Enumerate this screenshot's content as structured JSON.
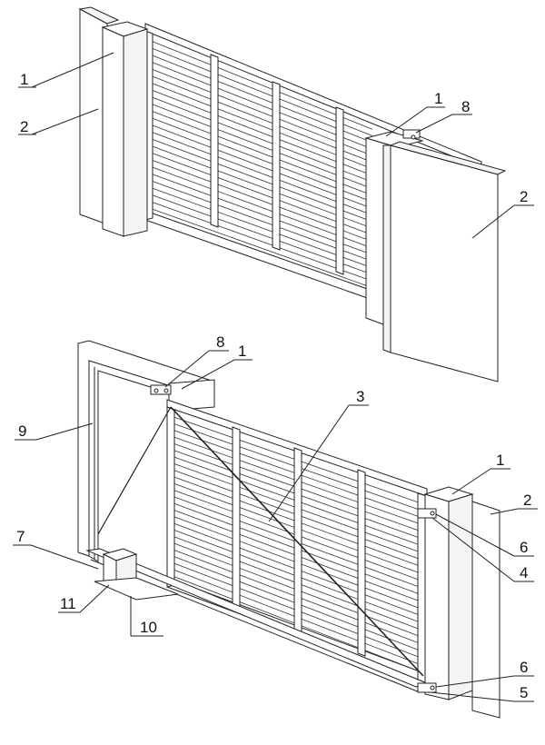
{
  "figure": {
    "top_gate": {
      "labels": [
        {
          "id": "t-1a",
          "text": "1"
        },
        {
          "id": "t-2a",
          "text": "2"
        },
        {
          "id": "t-1b",
          "text": "1"
        },
        {
          "id": "t-8",
          "text": "8"
        },
        {
          "id": "t-2b",
          "text": "2"
        }
      ]
    },
    "bottom_gate": {
      "labels": [
        {
          "id": "b-8",
          "text": "8"
        },
        {
          "id": "b-1a",
          "text": "1"
        },
        {
          "id": "b-9",
          "text": "9"
        },
        {
          "id": "b-3",
          "text": "3"
        },
        {
          "id": "b-1b",
          "text": "1"
        },
        {
          "id": "b-2",
          "text": "2"
        },
        {
          "id": "b-7",
          "text": "7"
        },
        {
          "id": "b-6a",
          "text": "6"
        },
        {
          "id": "b-4",
          "text": "4"
        },
        {
          "id": "b-11",
          "text": "11"
        },
        {
          "id": "b-10",
          "text": "10"
        },
        {
          "id": "b-6b",
          "text": "6"
        },
        {
          "id": "b-5",
          "text": "5"
        }
      ]
    }
  }
}
